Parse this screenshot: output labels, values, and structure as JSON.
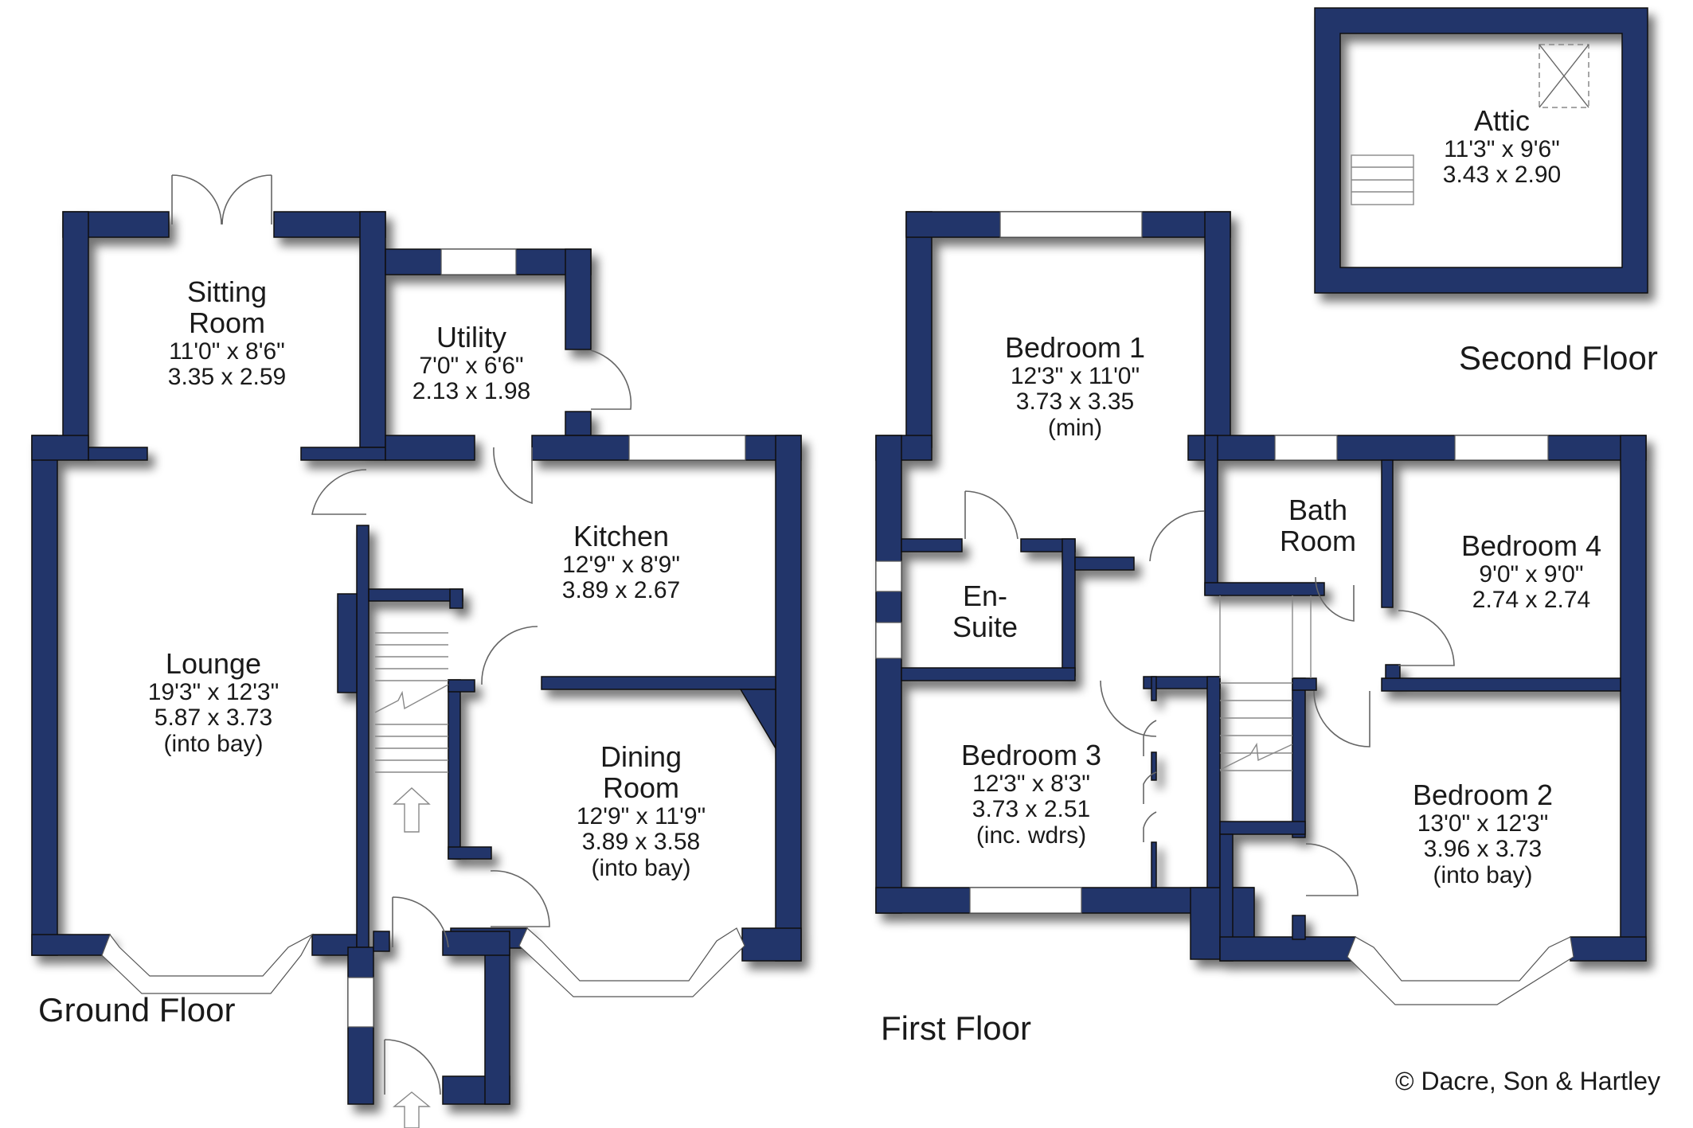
{
  "colors": {
    "wall": "#24346a",
    "background": "#ffffff",
    "text": "#1a1a1a"
  },
  "floors": [
    {
      "label": "Ground Floor"
    },
    {
      "label": "First Floor"
    },
    {
      "label": "Second Floor"
    }
  ],
  "rooms": {
    "sitting_room": {
      "name_line1": "Sitting",
      "name_line2": "Room",
      "imperial": "11'0\"  x   8'6\"",
      "metric": "3.35  x  2.59"
    },
    "utility": {
      "name": "Utility",
      "imperial": "7'0\"   x   6'6\"",
      "metric": "2.13  x  1.98"
    },
    "kitchen": {
      "name": "Kitchen",
      "imperial": "12'9\"  x   8'9\"",
      "metric": "3.89  x   2.67"
    },
    "lounge": {
      "name": "Lounge",
      "imperial": "19'3\"  x  12'3\"",
      "metric": "5.87  x   3.73",
      "note": "(into bay)"
    },
    "dining_room": {
      "name_line1": "Dining",
      "name_line2": "Room",
      "imperial": "12'9\"  x  11'9\"",
      "metric": "3.89  x   3.58",
      "note": "(into bay)"
    },
    "bedroom_1": {
      "name": "Bedroom 1",
      "imperial": "12'3\"  x  11'0\"",
      "metric": "3.73  x   3.35",
      "note": "(min)"
    },
    "en_suite": {
      "name_line1": "En-",
      "name_line2": "Suite"
    },
    "bath_room": {
      "name_line1": "Bath",
      "name_line2": "Room"
    },
    "bedroom_4": {
      "name": "Bedroom 4",
      "imperial": "9'0\"   x   9'0\"",
      "metric": "2.74  x   2.74"
    },
    "bedroom_3": {
      "name": "Bedroom 3",
      "imperial": "12'3\"  x   8'3\"",
      "metric": "3.73  x   2.51",
      "note": "(inc. wdrs)"
    },
    "bedroom_2": {
      "name": "Bedroom 2",
      "imperial": "13'0\"  x  12'3\"",
      "metric": "3.96  x   3.73",
      "note": "(into bay)"
    },
    "attic": {
      "name": "Attic",
      "imperial": "11'3\"  x   9'6\"",
      "metric": "3.43  x   2.90"
    }
  },
  "copyright": "© Dacre, Son & Hartley"
}
